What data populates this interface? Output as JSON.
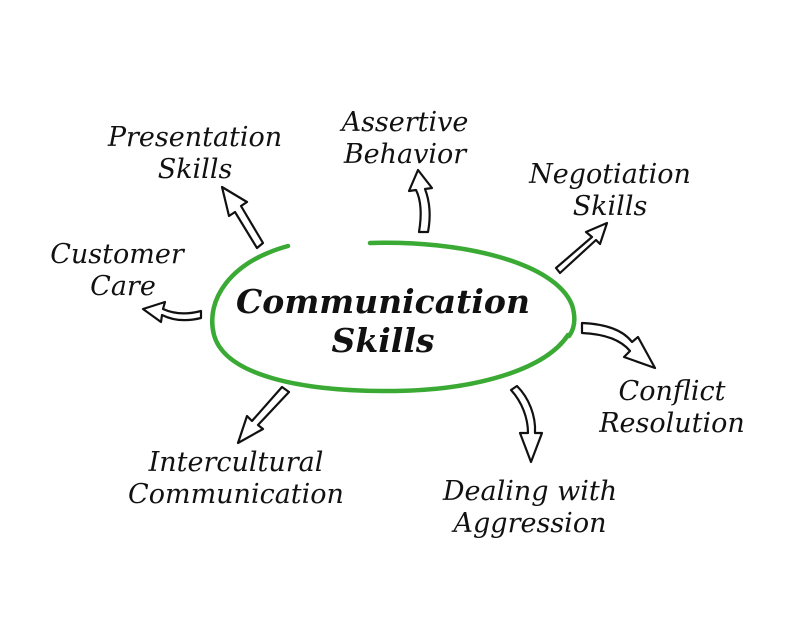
{
  "colors": {
    "accent": "#3aaa35",
    "ink": "#111111",
    "background": "#ffffff"
  },
  "center": {
    "line1": "Communication",
    "line2": "Skills"
  },
  "branches": {
    "presentation": {
      "line1": "Presentation",
      "line2": "Skills"
    },
    "assertive": {
      "line1": "Assertive",
      "line2": "Behavior"
    },
    "negotiation": {
      "line1": "Negotiation",
      "line2": "Skills"
    },
    "customer": {
      "line1": "Customer",
      "line2": "Care"
    },
    "conflict": {
      "line1": "Conflict",
      "line2": "Resolution"
    },
    "intercultural": {
      "line1": "Intercultural",
      "line2": "Communication"
    },
    "aggression": {
      "line1": "Dealing with",
      "line2": "Aggression"
    }
  }
}
